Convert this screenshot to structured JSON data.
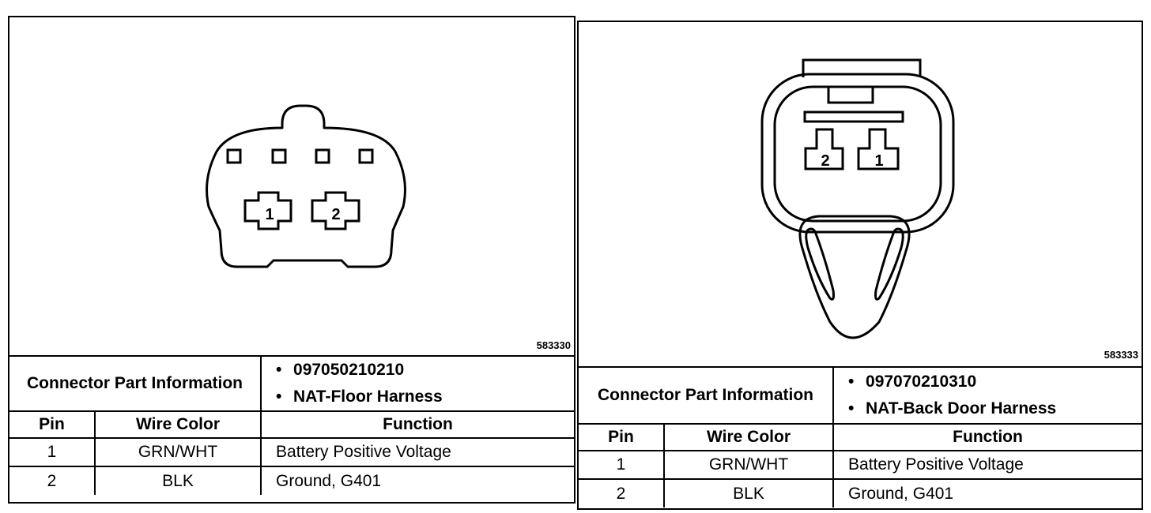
{
  "connectors": [
    {
      "figure_id": "583330",
      "part_info_label": "Connector Part Information",
      "part_info_lines": [
        "097050210210",
        "NAT-Floor Harness"
      ],
      "headers": {
        "pin": "Pin",
        "wire_color": "Wire Color",
        "function": "Function"
      },
      "pin_labels": [
        "1",
        "2"
      ],
      "rows": [
        {
          "pin": "1",
          "wire_color": "GRN/WHT",
          "function": "Battery Positive Voltage"
        },
        {
          "pin": "2",
          "wire_color": "BLK",
          "function": "Ground, G401"
        }
      ]
    },
    {
      "figure_id": "583333",
      "part_info_label": "Connector Part Information",
      "part_info_lines": [
        "097070210310",
        "NAT-Back Door Harness"
      ],
      "headers": {
        "pin": "Pin",
        "wire_color": "Wire Color",
        "function": "Function"
      },
      "pin_labels": [
        "2",
        "1"
      ],
      "rows": [
        {
          "pin": "1",
          "wire_color": "GRN/WHT",
          "function": "Battery Positive Voltage"
        },
        {
          "pin": "2",
          "wire_color": "BLK",
          "function": "Ground, G401"
        }
      ]
    }
  ]
}
